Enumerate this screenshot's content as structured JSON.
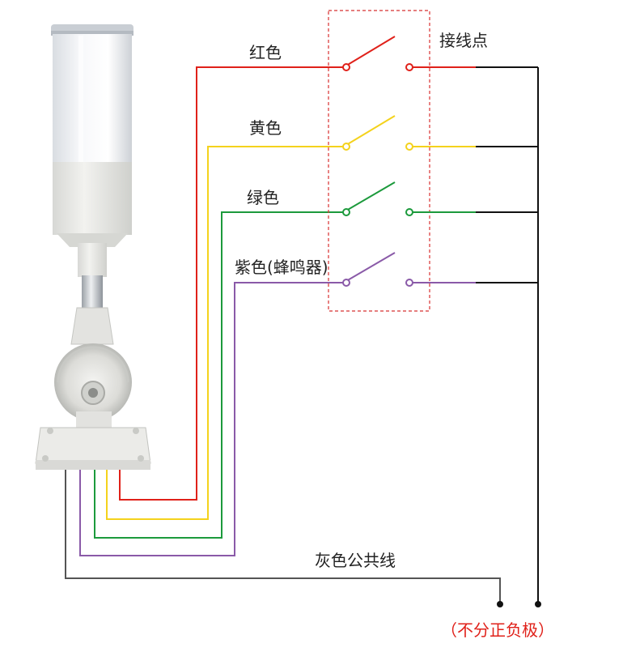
{
  "labels": {
    "red": "红色",
    "yellow": "黄色",
    "green": "绿色",
    "purple": "紫色(蜂鸣器)",
    "terminal": "接线点",
    "common": "灰色公共线",
    "polarity": "（不分正负极）"
  },
  "colors": {
    "red": "#e0211a",
    "yellow": "#f4d21c",
    "green": "#1c9a3c",
    "purple": "#8a5aa8",
    "gray": "#555555",
    "black": "#111111",
    "box": "#d83030"
  },
  "icons": [
    "signal-tower-light-icon",
    "switch-icon"
  ]
}
